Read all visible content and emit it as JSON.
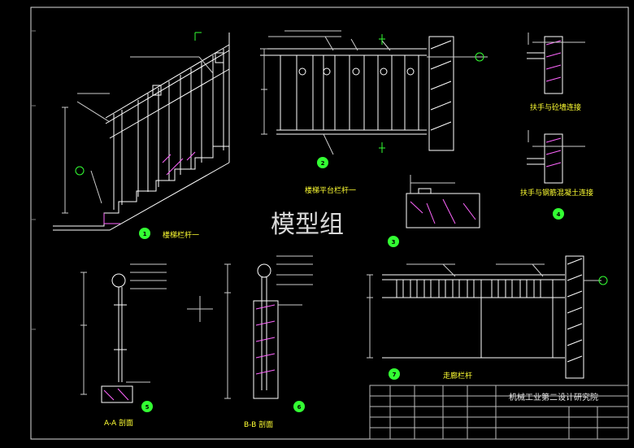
{
  "watermark": "模型组",
  "titleblock": {
    "institute": "机械工业第二设计研究院"
  },
  "details": [
    {
      "label": "楼梯栏杆一",
      "number": "1"
    },
    {
      "label": "楼梯平台栏杆一",
      "number": "2"
    },
    {
      "label": "",
      "number": "3"
    },
    {
      "label": "扶手与砼墙连接",
      "number": ""
    },
    {
      "label": "扶手与钢筋混凝土连接",
      "number": "4"
    },
    {
      "label": "A-A 剖面",
      "number": "5"
    },
    {
      "label": "B-B 剖面",
      "number": "6"
    },
    {
      "label": "走廊栏杆",
      "number": "7"
    }
  ],
  "colors": {
    "frame": "#ffffff",
    "lines": "#ffffff",
    "green": "#33ff33",
    "yellow": "#ffff33",
    "hatch": "#ff66ff"
  }
}
